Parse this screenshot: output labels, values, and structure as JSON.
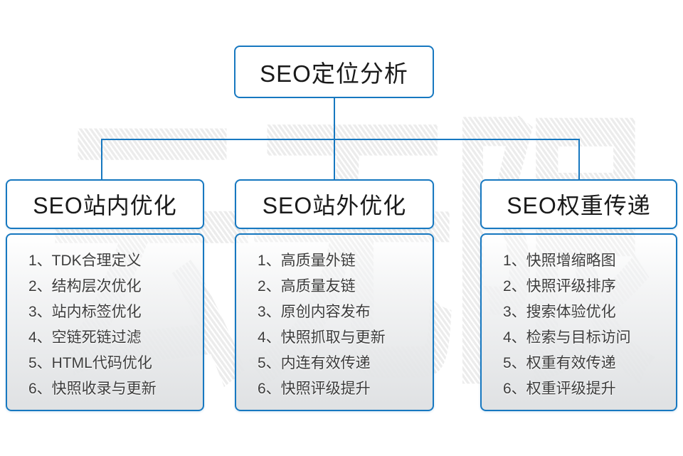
{
  "colors": {
    "accent_blue": "#1778c0",
    "header_text": "#1a1a1a",
    "list_text": "#3c3c3c",
    "watermark_gray": "#ececec"
  },
  "watermark": "云无限",
  "diagram": {
    "root": {
      "title": "SEO定位分析"
    },
    "columns": [
      {
        "header": "SEO站内优化",
        "items": [
          "1、TDK合理定义",
          "2、结构层次优化",
          "3、站内标签优化",
          "4、空链死链过滤",
          "5、HTML代码优化",
          "6、快照收录与更新"
        ]
      },
      {
        "header": "SEO站外优化",
        "items": [
          "1、高质量外链",
          "2、高质量友链",
          "3、原创内容发布",
          "4、快照抓取与更新",
          "5、内连有效传递",
          "6、快照评级提升"
        ]
      },
      {
        "header": "SEO权重传递",
        "items": [
          "1、快照增缩略图",
          "2、快照评级排序",
          "3、搜索体验优化",
          "4、检索与目标访问",
          "5、权重有效传递",
          "6、权重评级提升"
        ]
      }
    ]
  }
}
